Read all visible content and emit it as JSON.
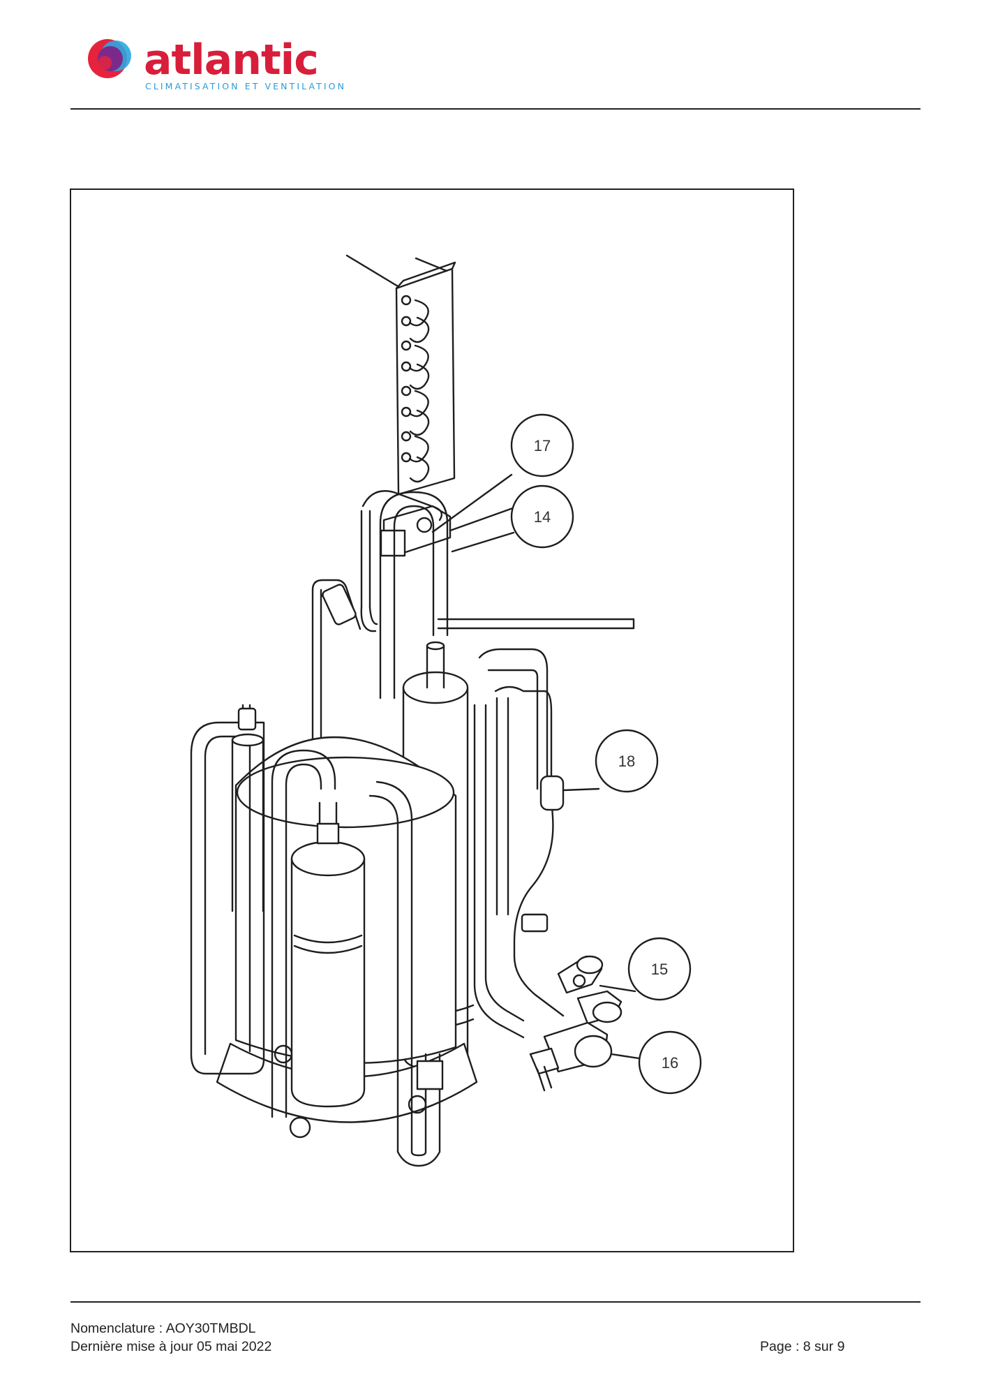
{
  "header": {
    "brand": "atlantic",
    "tagline": "CLIMATISATION ET VENTILATION",
    "brand_color": "#d81e3a",
    "tagline_color": "#2a9bd6",
    "logo_mark_colors": [
      "#e5233d",
      "#7b2a8c",
      "#2aa7df"
    ]
  },
  "figure": {
    "callouts": [
      "17",
      "14",
      "18",
      "15",
      "16"
    ]
  },
  "footer": {
    "nomenclature": "Nomenclature : AOY30TMBDL",
    "updated": "Dernière mise à jour 05 mai 2022",
    "page": "Page : 8 sur 9"
  }
}
